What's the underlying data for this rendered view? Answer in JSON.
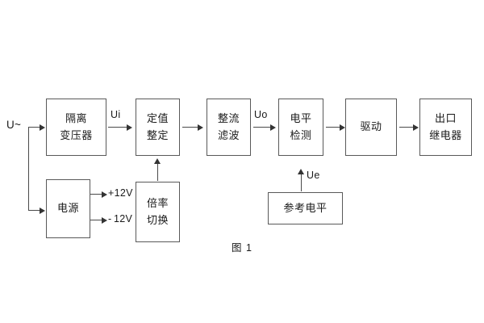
{
  "figure": {
    "caption": "图 1",
    "input_label": "U~",
    "signal_labels": {
      "ui": "Ui",
      "uo": "Uo",
      "ue": "Ue"
    },
    "power_rails": {
      "positive": "+12V",
      "negative": "12V",
      "negative_sign": "-"
    },
    "blocks": [
      {
        "id": "isolation-transformer",
        "line1": "隔离",
        "line2": "变压器"
      },
      {
        "id": "setting-value",
        "line1": "定值",
        "line2": "整定"
      },
      {
        "id": "rectify-filter",
        "line1": "整流",
        "line2": "滤波"
      },
      {
        "id": "level-detect",
        "line1": "电平",
        "line2": "检测"
      },
      {
        "id": "drive",
        "line1": "驱动",
        "line2": ""
      },
      {
        "id": "output-relay",
        "line1": "出口",
        "line2": "继电器"
      },
      {
        "id": "power-supply",
        "line1": "电源",
        "line2": ""
      },
      {
        "id": "multiplier-switch",
        "line1": "倍率",
        "line2": "切换"
      },
      {
        "id": "reference-level",
        "line1": "参考电平",
        "line2": ""
      }
    ],
    "colors": {
      "background": "#ffffff",
      "box_border": "#595959",
      "line": "#4a4a4a",
      "text": "#1a1a1a"
    }
  }
}
